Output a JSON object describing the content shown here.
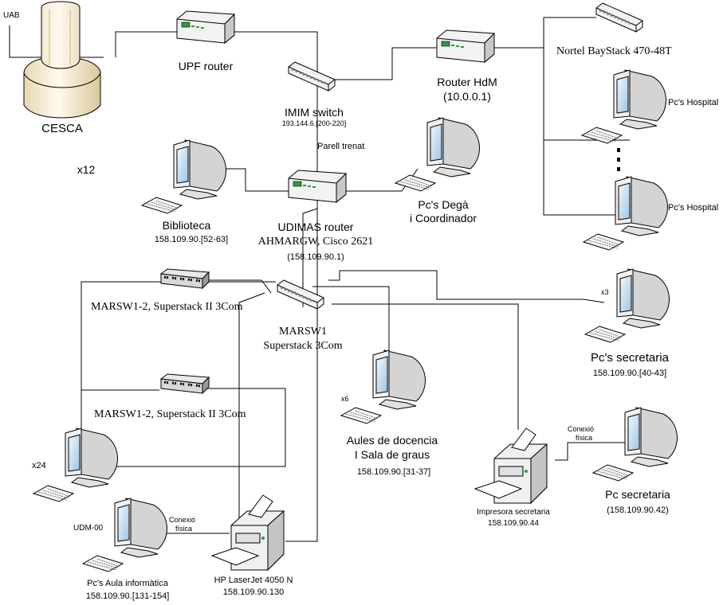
{
  "nodes": {
    "uab": {
      "label": "UAB"
    },
    "cesca": {
      "label": "CESCA"
    },
    "x12": {
      "label": "x12"
    },
    "upf_router": {
      "label": "UPF router"
    },
    "imim_switch": {
      "label": "IMIM switch",
      "sub": "193.144.6.[200-220]"
    },
    "parell_trenat": {
      "label": "Parell trenat"
    },
    "router_hdm": {
      "label": "Router HdM",
      "sub": "(10.0.0.1)"
    },
    "nortel": {
      "label": "Nortel BayStack 470-48T"
    },
    "pcs_hospital_1": {
      "label": "Pc's Hospital"
    },
    "pcs_hospital_2": {
      "label": "Pc's Hospital"
    },
    "biblioteca": {
      "label": "Biblioteca",
      "sub": "158.109.90.[52-63]"
    },
    "udimas_router": {
      "label": "UDIMAS router",
      "sub1": "AHMARGW, Cisco 2621",
      "sub2": "(158.109.90.1)"
    },
    "pcs_dega": {
      "label1": "Pc's Degà",
      "label2": "i Coordinador"
    },
    "marsw1_2_top": {
      "label": "MARSW1-2, Superstack II 3Com"
    },
    "marsw1": {
      "label1": "MARSW1",
      "label2": "Superstack 3Com"
    },
    "marsw1_2_bottom": {
      "label": "MARSW1-2, Superstack II 3Com"
    },
    "pcs_secretaria": {
      "count": "x3",
      "label": "Pc's secretaria",
      "sub": "158.109.90.[40-43]"
    },
    "aules": {
      "count": "x6",
      "label1": "Aules de docencia",
      "label2": "I Sala de graus",
      "sub": "158.109.90.[31-37]"
    },
    "conexio_fisica_right": {
      "label1": "Conexió",
      "label2": "física"
    },
    "impresora_secretaria": {
      "label": "Impresora secretaria",
      "sub": "158.109.90.44"
    },
    "pc_secretaria": {
      "label": "Pc secretaria",
      "sub": "(158.109.90.42)"
    },
    "aula_informatica": {
      "count": "x24",
      "udm": "UDM-00",
      "label": "Pc's Aula informàtica",
      "sub": "158.109.90.[131-154]"
    },
    "conexio_fisica_left": {
      "label1": "Conexió",
      "label2": "física"
    },
    "hp_laserjet": {
      "label": "HP LaserJet 4050 N",
      "sub": "158.109.90.130"
    }
  },
  "colors": {
    "line": "#000000",
    "device_light": "#f2f2f2",
    "device_mid": "#c8c8c8",
    "device_dark": "#7a7a7a",
    "screen": "#bcd8ee",
    "port_green": "#2e9d3a",
    "tower": "#f3ead0"
  }
}
